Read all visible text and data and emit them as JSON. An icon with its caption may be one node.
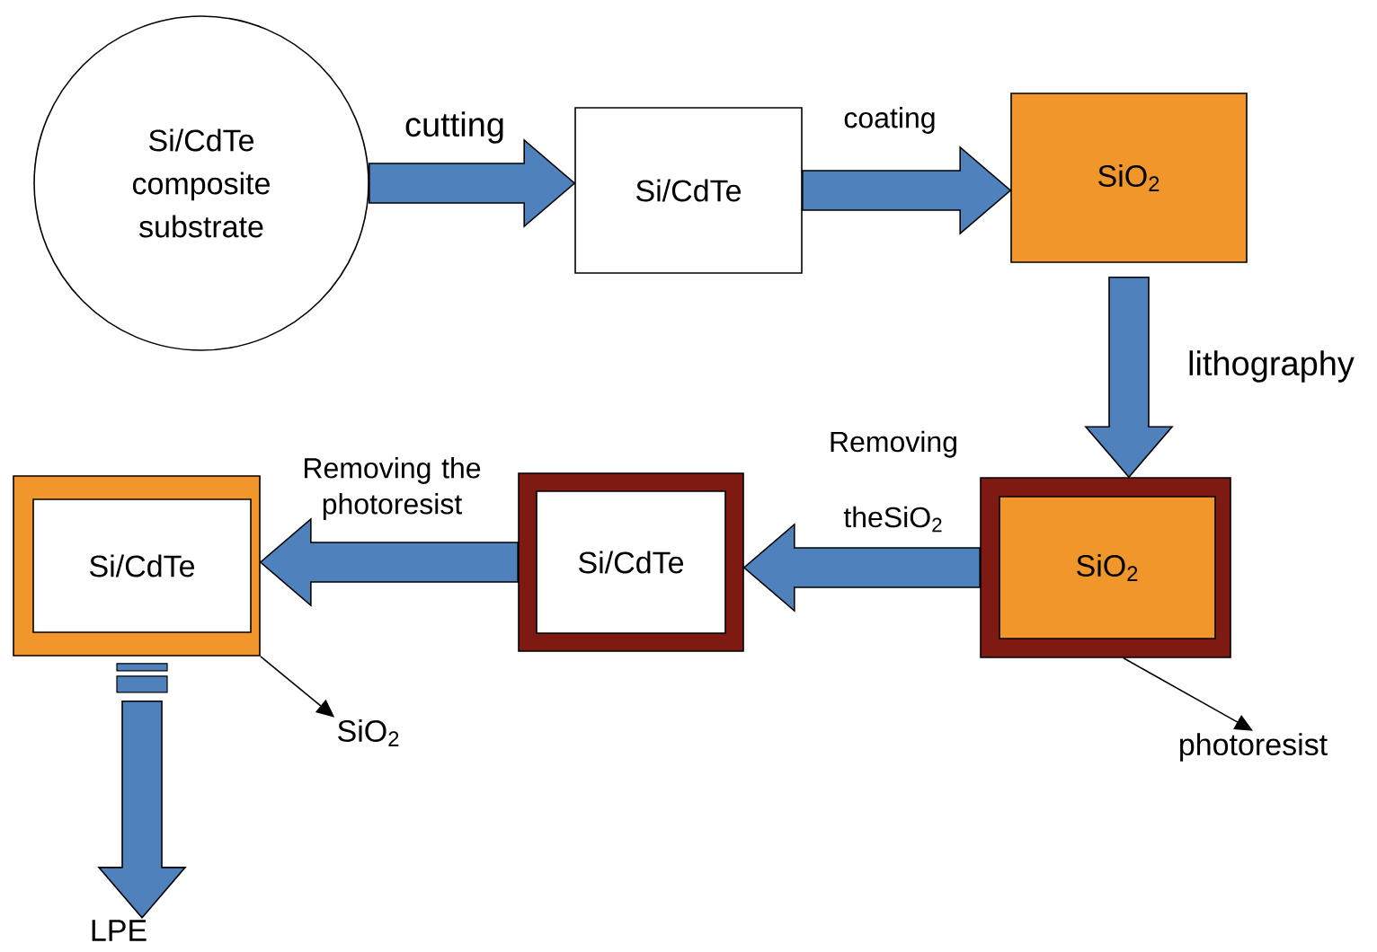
{
  "diagram": {
    "nodes": [
      {
        "text": [
          "Si/CdTe composite substrate"
        ]
      },
      {
        "text": [
          "Si/CdTe"
        ]
      },
      {
        "text": [
          "SiO$_{2}$"
        ]
      },
      {
        "text": [],
        "shape": "box"
      },
      {
        "text": [
          "SiO$_{2}$"
        ],
        "in": 3
      },
      {
        "text": [],
        "shape": "box"
      },
      {
        "text": [
          "Si/CdTe"
        ],
        "in": 5
      },
      {
        "text": [],
        "shape": "box"
      },
      {
        "text": [
          "Si/CdTe"
        ],
        "in": 7
      },
      {
        "text": [
          "photoresist"
        ]
      },
      {
        "text": [
          "SiO$_{2}$"
        ]
      },
      {
        "text": [
          "LPE"
        ]
      }
    ],
    "edges": [
      {
        "from": 0,
        "to": 1,
        "arrow": "to",
        "label": "cutting"
      },
      {
        "from": 1,
        "to": 2,
        "arrow": "to",
        "label": "coating"
      },
      {
        "from": 2,
        "to": 3,
        "arrow": "to",
        "label": "lithography"
      },
      {
        "from": 3,
        "to": 5,
        "arrow": "to",
        "label": "Removing theSiO$_{2}$"
      },
      {
        "from": 5,
        "to": 7,
        "arrow": "to",
        "label": "Removing the photoresist"
      },
      {
        "from": 7,
        "to": 11,
        "arrow": "to"
      },
      {
        "from": 3,
        "to": 9,
        "arrow": "to",
        "color": "#000000"
      },
      {
        "from": 7,
        "to": 10,
        "arrow": "to",
        "color": "#000000"
      }
    ]
  }
}
